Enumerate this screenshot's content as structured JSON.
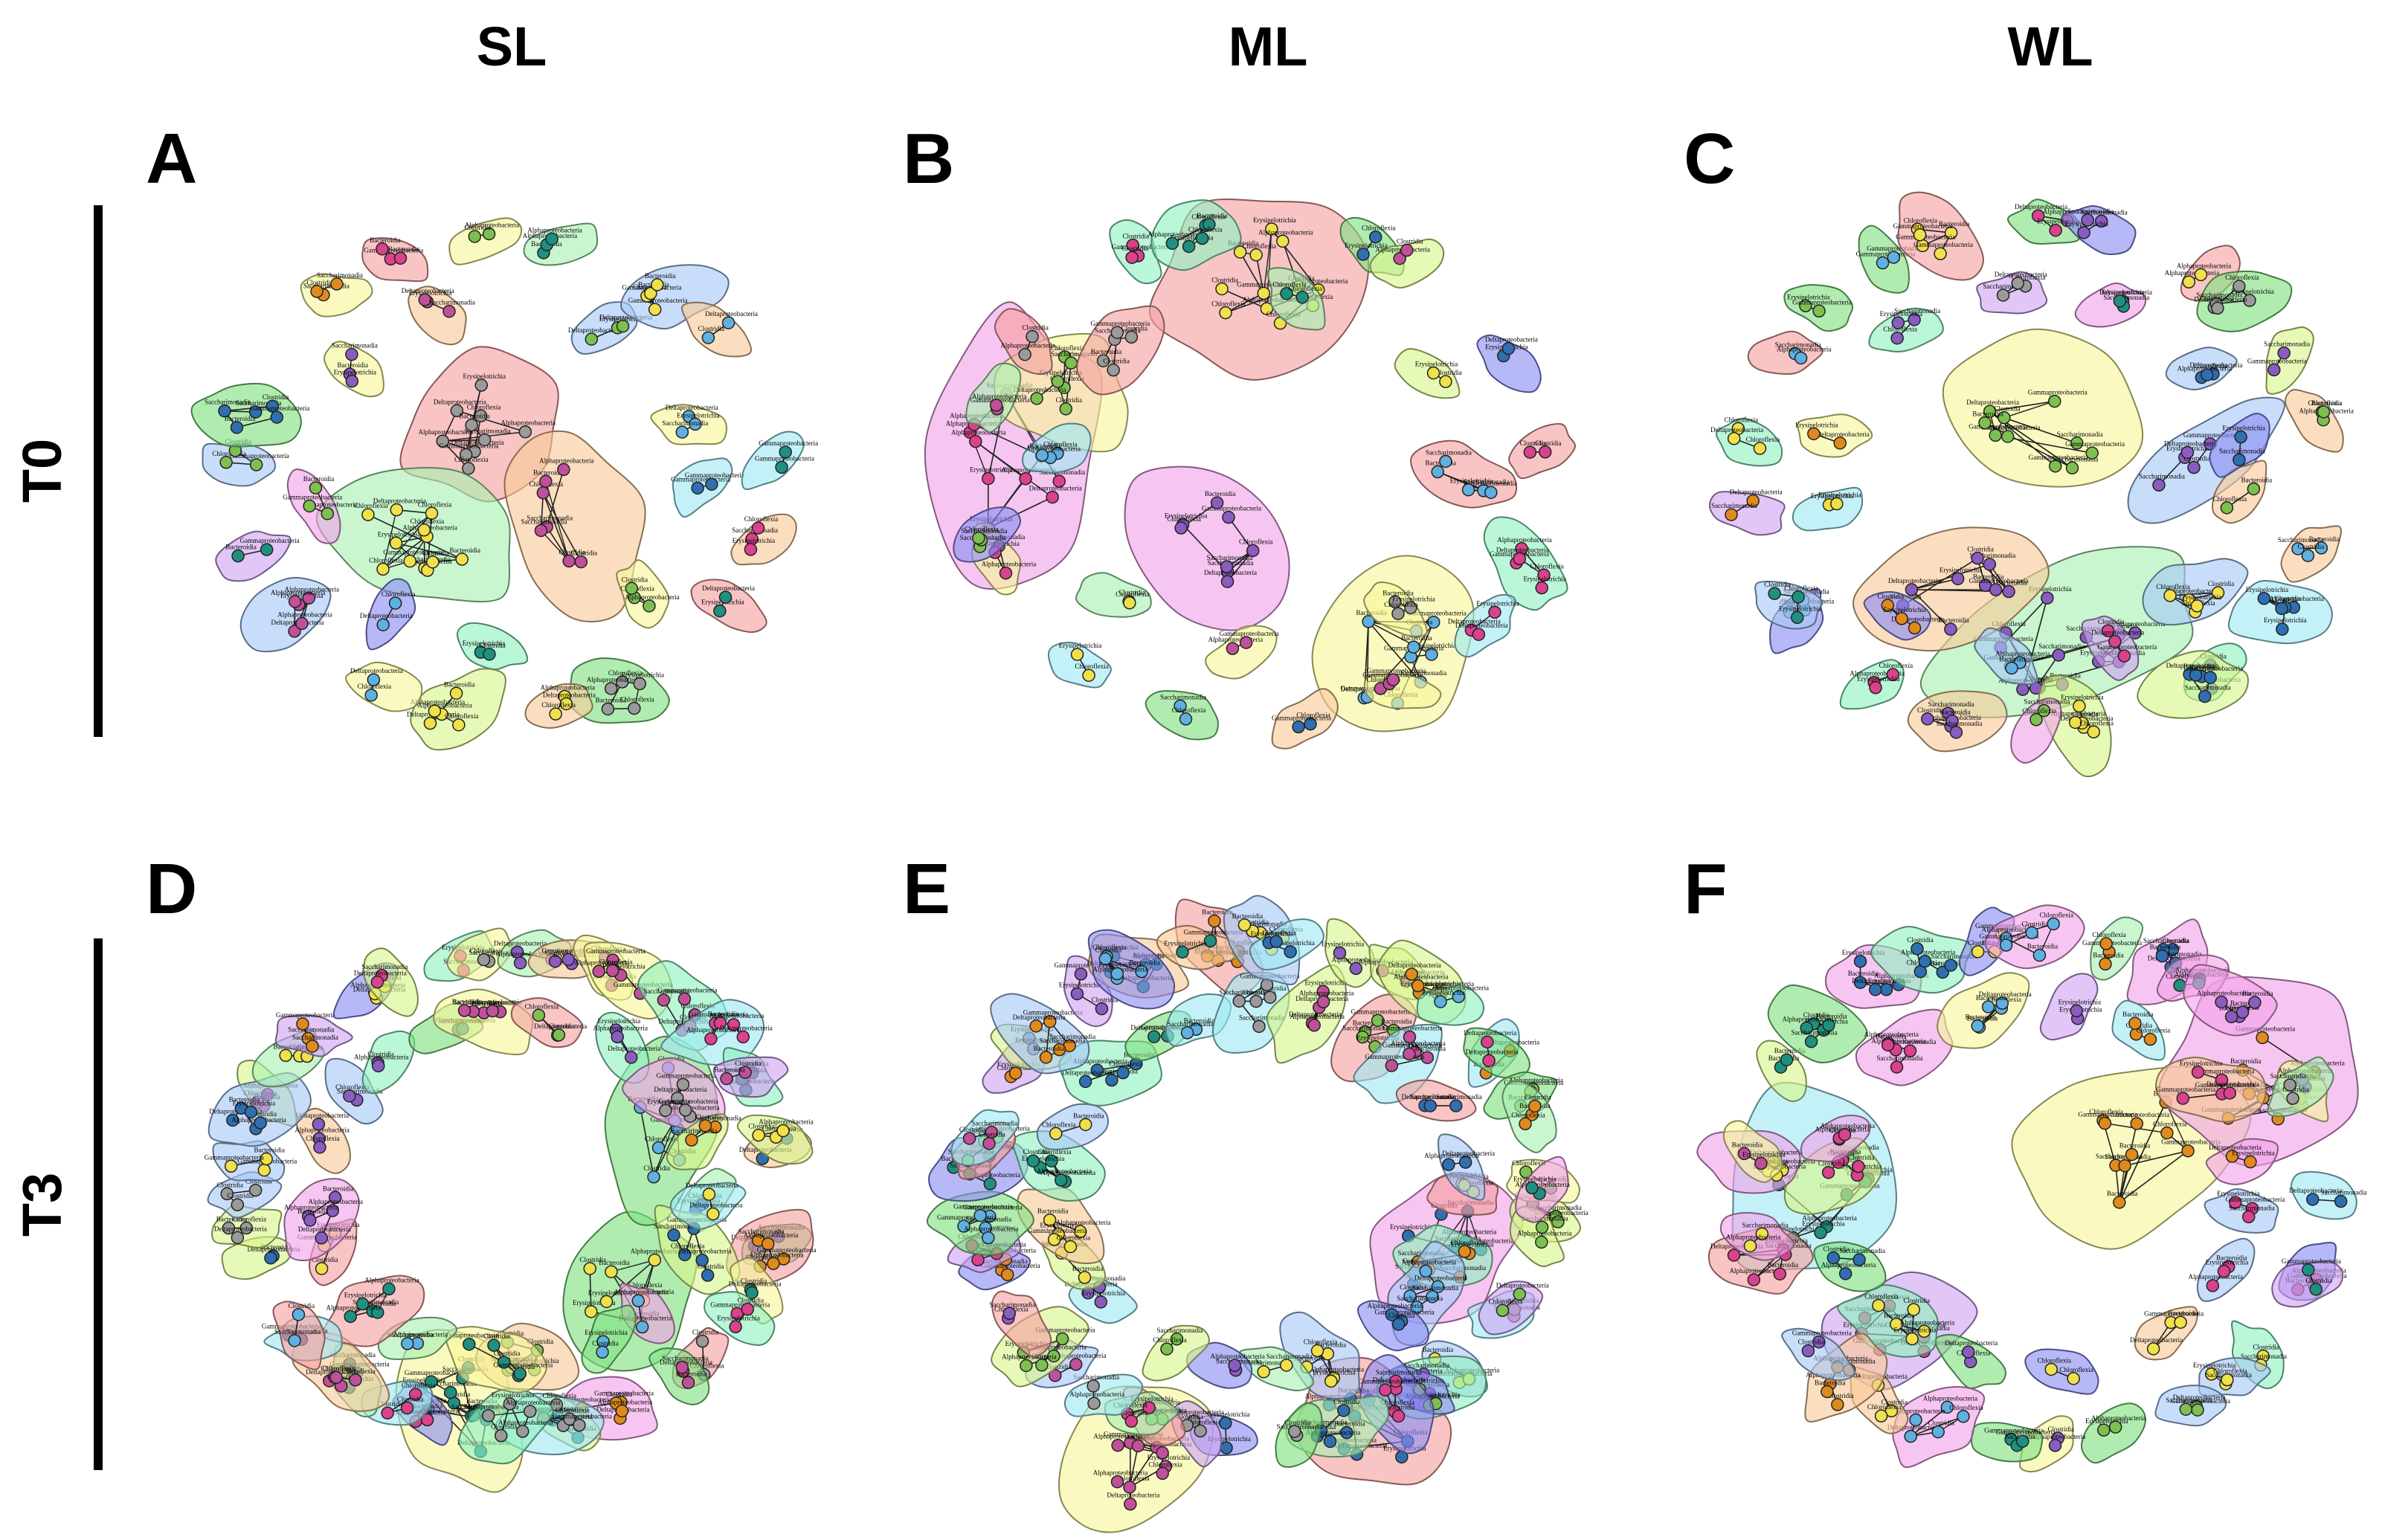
{
  "columns": [
    "SL",
    "ML",
    "WL"
  ],
  "rows": [
    "T0",
    "T3"
  ],
  "panels": [
    {
      "letter": "A",
      "row": "T0",
      "column": "SL"
    },
    {
      "letter": "B",
      "row": "T0",
      "column": "ML"
    },
    {
      "letter": "C",
      "row": "T0",
      "column": "WL"
    },
    {
      "letter": "D",
      "row": "T3",
      "column": "SL"
    },
    {
      "letter": "E",
      "row": "T3",
      "column": "ML"
    },
    {
      "letter": "F",
      "row": "T3",
      "column": "WL"
    }
  ],
  "node_labels": [
    "Chloroflexia",
    "Bacteroidia",
    "Gammaproteobacteria",
    "Alphaproteobacteria",
    "Deltaproteobacteria",
    "Erysipelotrichia",
    "Saccharimonadia",
    "Clostridia"
  ],
  "module_colors": [
    "#f2a2e8",
    "#a6c8f7",
    "#f6a0a0",
    "#f7f79a",
    "#a8f0b0",
    "#f9c998",
    "#9ee9f2",
    "#cfa3f2",
    "#8a8df2",
    "#d8f58a",
    "#8ff0c0",
    "#80e080"
  ],
  "node_colors": [
    "#f0e04a",
    "#e08a1e",
    "#2f6fb0",
    "#5fb0e0",
    "#1f9080",
    "#9a9a9a",
    "#d9428c",
    "#c0509a",
    "#7dc050",
    "#8a5cc0"
  ]
}
